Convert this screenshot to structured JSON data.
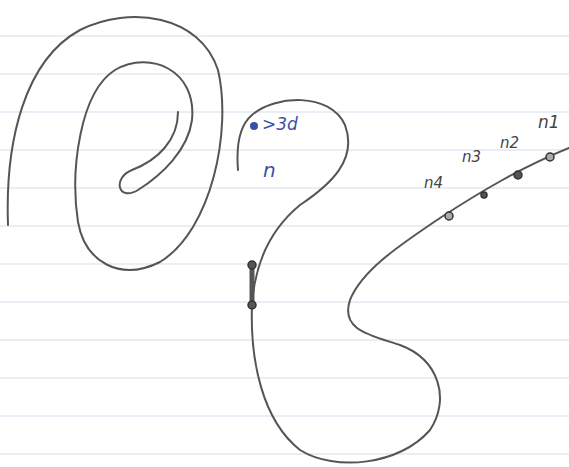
{
  "diagram": {
    "labels": [
      ">3d",
      "n",
      "n4",
      "n3",
      "n2",
      "n1"
    ]
  }
}
